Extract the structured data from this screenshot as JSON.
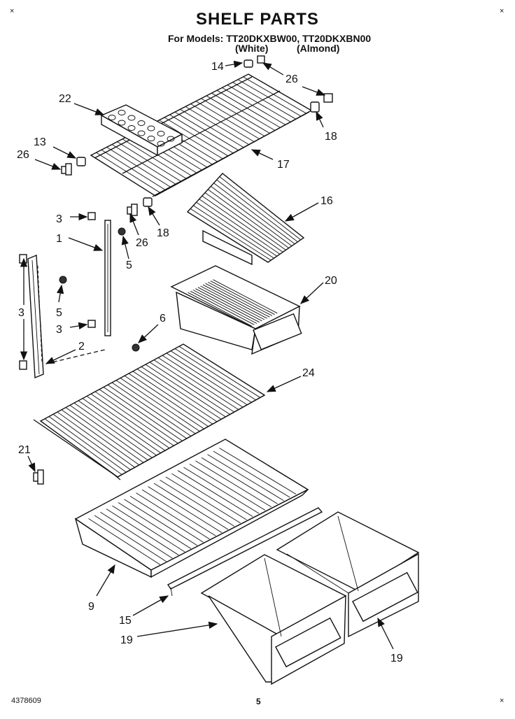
{
  "header": {
    "title": "SHELF PARTS",
    "models": "For Models: TT20DKXBW00, TT20DKXBN00",
    "variant_white": "(White)",
    "variant_almond": "(Almond)"
  },
  "corner_mark": "×",
  "footer": {
    "code": "4378609",
    "page": "5"
  },
  "callouts": [
    {
      "id": "14",
      "label": "14"
    },
    {
      "id": "26a",
      "label": "26"
    },
    {
      "id": "22",
      "label": "22"
    },
    {
      "id": "18a",
      "label": "18"
    },
    {
      "id": "13",
      "label": "13"
    },
    {
      "id": "26b",
      "label": "26"
    },
    {
      "id": "17",
      "label": "17"
    },
    {
      "id": "16",
      "label": "16"
    },
    {
      "id": "3a",
      "label": "3"
    },
    {
      "id": "26c",
      "label": "26"
    },
    {
      "id": "18b",
      "label": "18"
    },
    {
      "id": "1",
      "label": "1"
    },
    {
      "id": "5a",
      "label": "5"
    },
    {
      "id": "20",
      "label": "20"
    },
    {
      "id": "3b",
      "label": "3"
    },
    {
      "id": "5b",
      "label": "5"
    },
    {
      "id": "6",
      "label": "6"
    },
    {
      "id": "3c",
      "label": "3"
    },
    {
      "id": "2",
      "label": "2"
    },
    {
      "id": "24",
      "label": "24"
    },
    {
      "id": "21",
      "label": "21"
    },
    {
      "id": "9",
      "label": "9"
    },
    {
      "id": "15",
      "label": "15"
    },
    {
      "id": "19a",
      "label": "19"
    },
    {
      "id": "19b",
      "label": "19"
    }
  ]
}
